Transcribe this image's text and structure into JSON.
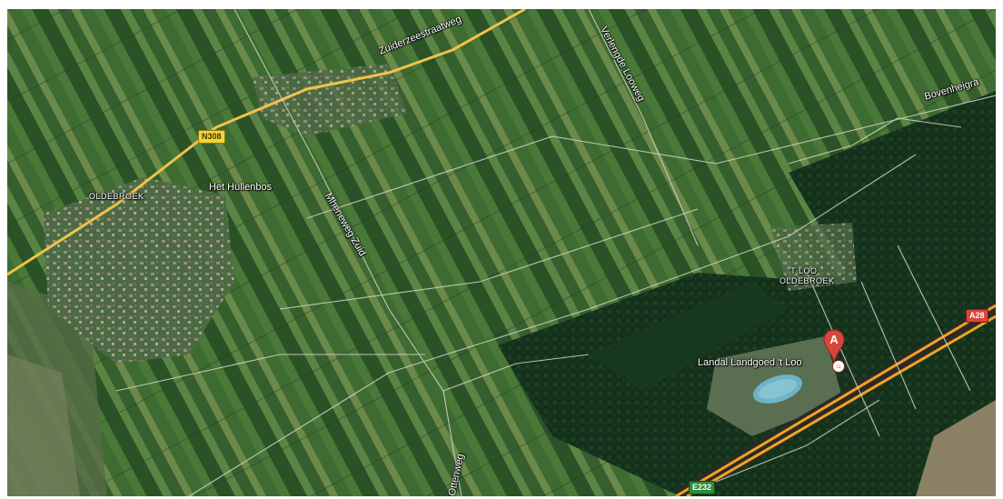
{
  "map": {
    "roads": {
      "zuiderzeestraatweg": "Zuiderzeestraatweg",
      "verlengde_looweg": "Verlengde Looweg",
      "mheneweg_zuid": "Mheneweg Zuid",
      "bovenheigraaf": "Bovenheigra",
      "ottenweg": "Ottenweg"
    },
    "places": {
      "oldebroek": "OLDEBROEK",
      "het_hullenbos": "Het Hullenbos",
      "t_loo_line1": "'T LOO",
      "t_loo_line2": "OLDEBROEK",
      "landal": "Landal Landgoed 't Loo"
    },
    "shields": {
      "n308": "N308",
      "a28": "A28",
      "e232": "E232"
    },
    "marker": {
      "letter": "A",
      "icon": "map-pin-icon",
      "color": "#d9463d"
    },
    "place_icon": "lodging-icon"
  }
}
